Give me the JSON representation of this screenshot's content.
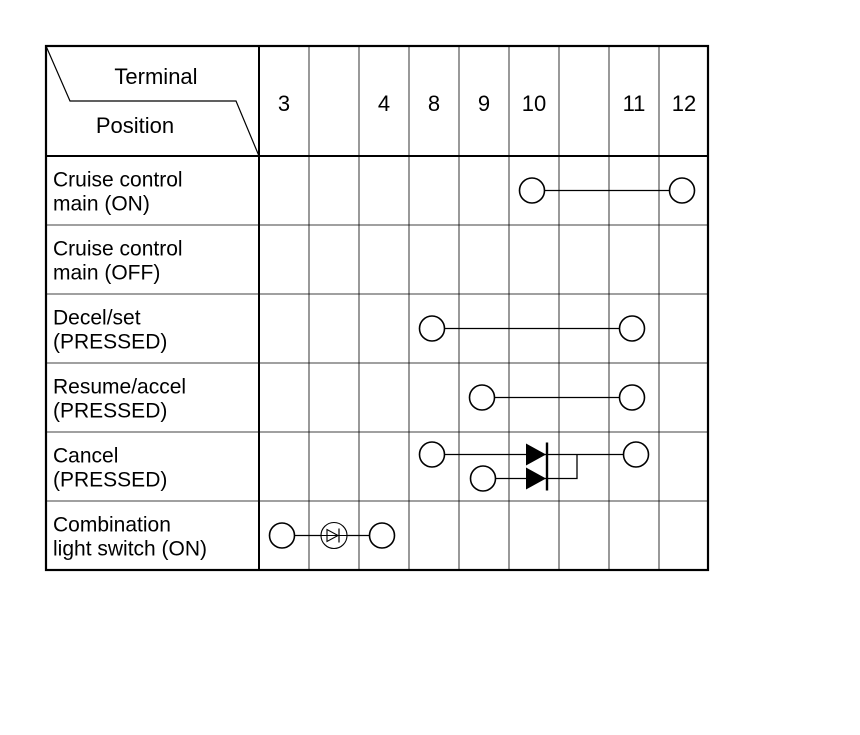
{
  "header": {
    "terminal_label": "Terminal",
    "position_label": "Position"
  },
  "terminals": [
    "3",
    "",
    "4",
    "8",
    "9",
    "10",
    "",
    "11",
    "12"
  ],
  "rows": [
    {
      "label_lines": [
        "Cruise control",
        "main (ON)"
      ],
      "connections": [
        {
          "from": "10",
          "to": "12"
        }
      ]
    },
    {
      "label_lines": [
        "Cruise control",
        "main (OFF)"
      ],
      "connections": []
    },
    {
      "label_lines": [
        "Decel/set",
        "(PRESSED)"
      ],
      "connections": [
        {
          "from": "8",
          "to": "11"
        }
      ]
    },
    {
      "label_lines": [
        "Resume/accel",
        "(PRESSED)"
      ],
      "connections": [
        {
          "from": "9",
          "to": "11"
        }
      ]
    },
    {
      "label_lines": [
        "Cancel",
        "(PRESSED)"
      ],
      "connections": [
        {
          "from": "8",
          "to": "11",
          "element": "diode"
        },
        {
          "from": "9",
          "to": "11",
          "element": "diode"
        }
      ]
    },
    {
      "label_lines": [
        "Combination",
        "light switch (ON)"
      ],
      "connections": [
        {
          "from": "3",
          "to": "4",
          "element": "led"
        }
      ]
    }
  ]
}
